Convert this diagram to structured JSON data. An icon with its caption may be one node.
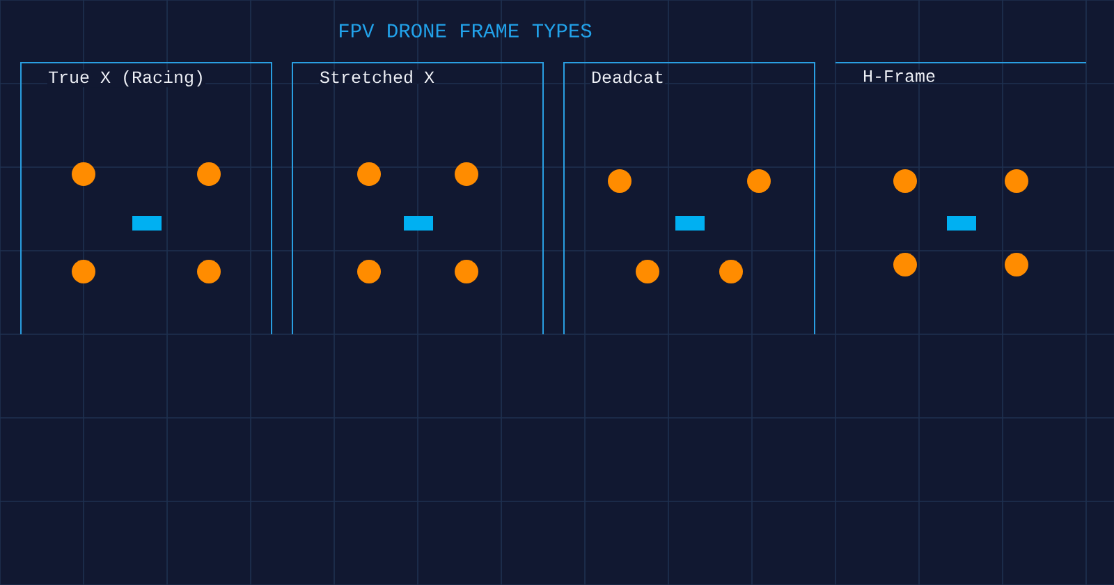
{
  "diagram": {
    "title": "FPV DRONE FRAME TYPES",
    "nodes": [
      {
        "text": [
          "True X (Racing)"
        ]
      },
      {
        "text": [
          "Stretched X"
        ]
      },
      {
        "text": [
          "Deadcat"
        ]
      },
      {
        "text": [
          "H-Frame"
        ]
      }
    ]
  }
}
